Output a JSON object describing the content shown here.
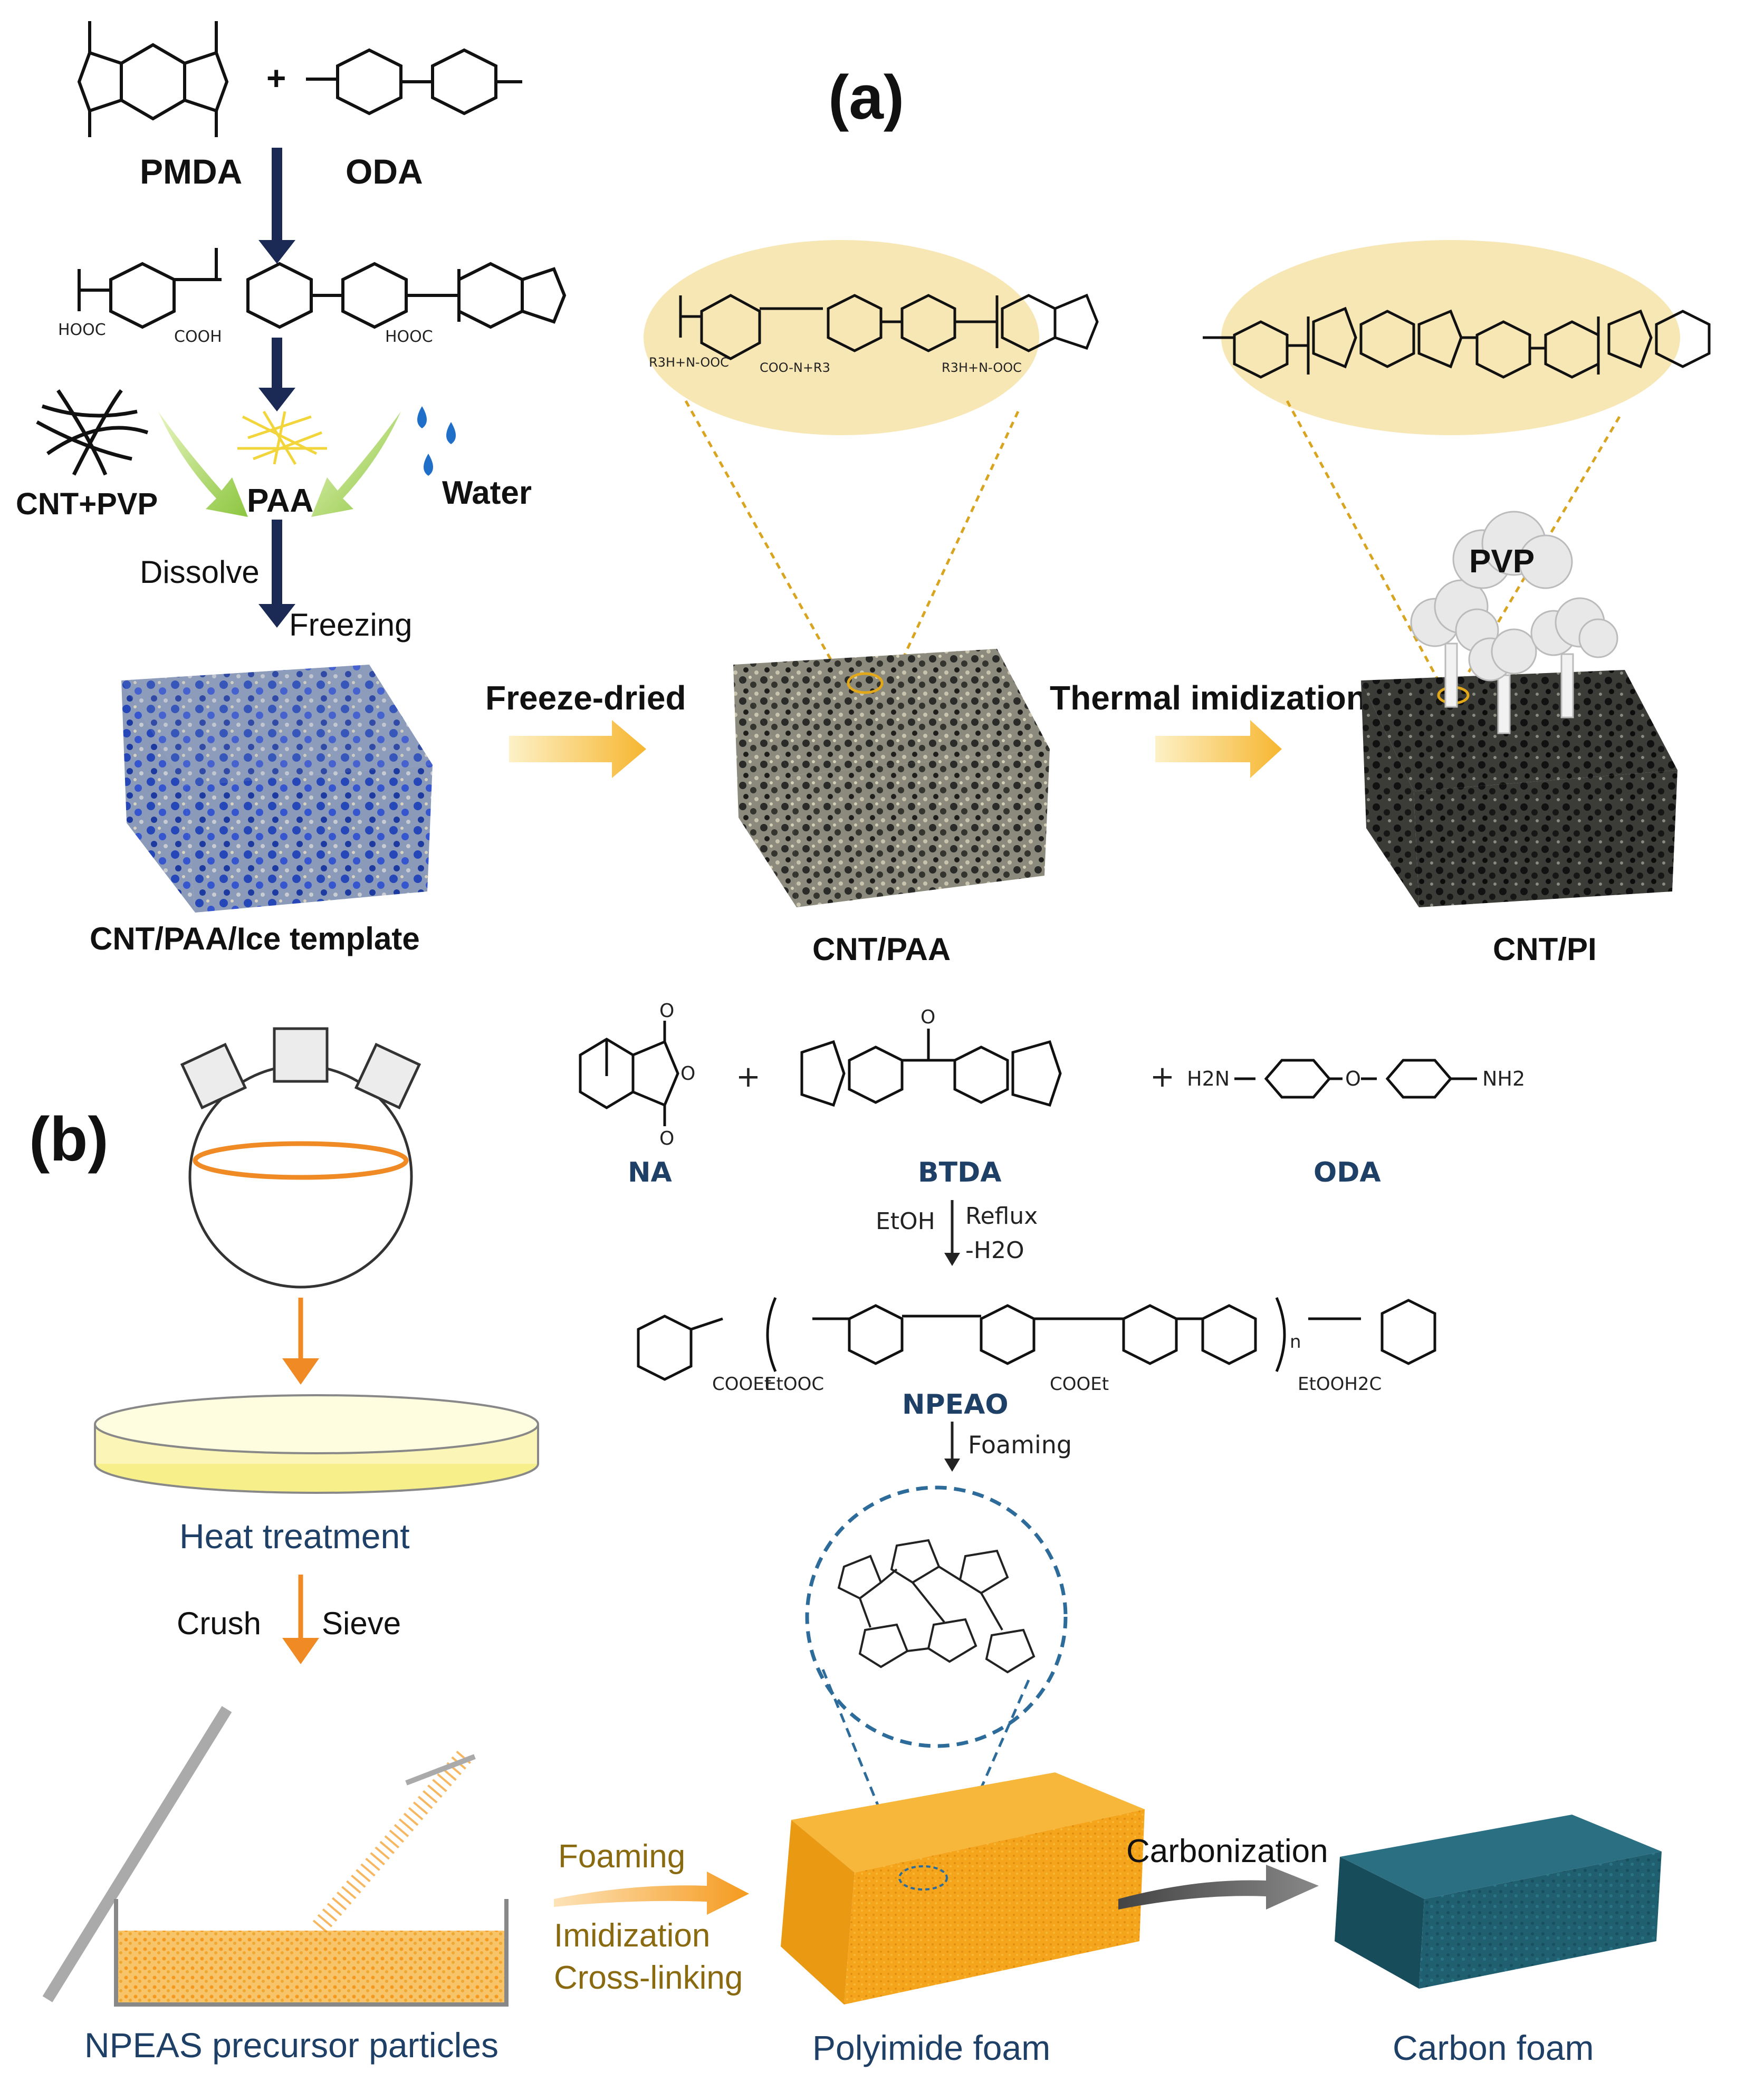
{
  "panel_a": {
    "tag": "(a)",
    "monomer1": "PMDA",
    "monomer2": "ODA",
    "plus": "+",
    "inputs": {
      "cnt_pvp": "CNT+PVP",
      "paa": "PAA",
      "water": "Water"
    },
    "step_dissolve": "Dissolve",
    "step_freezing": "Freezing",
    "step_freeze_dried": "Freeze-dried",
    "step_thermal": "Thermal imidization",
    "pvp_cloud": "PVP",
    "product1": "CNT/PAA/Ice template",
    "product2": "CNT/PAA",
    "product3": "CNT/PI"
  },
  "panel_b": {
    "tag": "(b)",
    "reactant1": "NA",
    "reactant2": "BTDA",
    "reactant3": "ODA",
    "plus": "+",
    "cond_left": "EtOH",
    "cond_right1": "Reflux",
    "cond_right2": "-H2O",
    "intermediate": "NPEAO",
    "step_foaming_v": "Foaming",
    "heat_treatment": "Heat treatment",
    "crush": "Crush",
    "sieve": "Sieve",
    "precursor": "NPEAS precursor particles",
    "step_foaming": "Foaming",
    "step_imidization": "Imidization",
    "step_crosslinking": "Cross-linking",
    "step_carbonization": "Carbonization",
    "product1": "Polyimide foam",
    "product2": "Carbon foam"
  },
  "colors": {
    "dark_arrow": "#1a2a55",
    "orange_arrow": "#f08a24",
    "ellipse_fill": "#f7e7b4",
    "foam_yellow": "#f4a51c",
    "carbon_teal": "#1f5f70",
    "label_blue": "#1e3f66"
  }
}
